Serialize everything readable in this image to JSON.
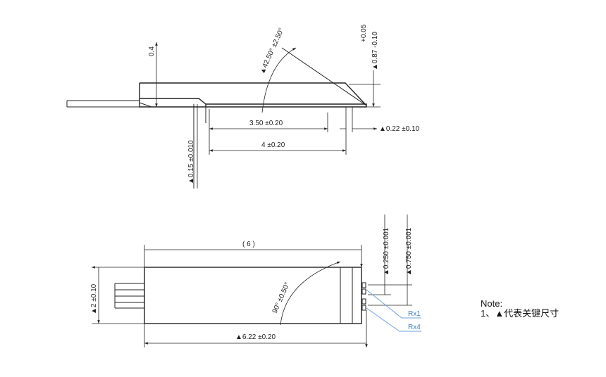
{
  "side_view": {
    "dim_thickness": "0.4",
    "dim_angle": "▲42.50° ±2.50°",
    "dim_height": "▲0.87 -0.10",
    "dim_height_tol_upper": "+0.05",
    "dim_length_inner": "3.50 ±0.20",
    "dim_length": "4 ±0.20",
    "dim_offset": "▲0.22 ±0.10",
    "dim_step": "▲0.15 ±0.010"
  },
  "top_view": {
    "dim_ref_length": "( 6 )",
    "dim_angle": "90° ±0.50°",
    "dim_width": "▲2 ±0.10",
    "dim_total_length": "▲6.22 ±0.20",
    "dim_pad1": "▲0.250 ±0.001",
    "dim_pad2": "▲0.750 ±0.001",
    "label_rx1": "Rx1",
    "label_rx4": "Rx4"
  },
  "note": {
    "title": "Note:",
    "line1": "1、▲代表关键尺寸"
  },
  "colors": {
    "line": "#222222",
    "callout": "#6ea2d8",
    "callout_text": "#3b7fc8"
  }
}
